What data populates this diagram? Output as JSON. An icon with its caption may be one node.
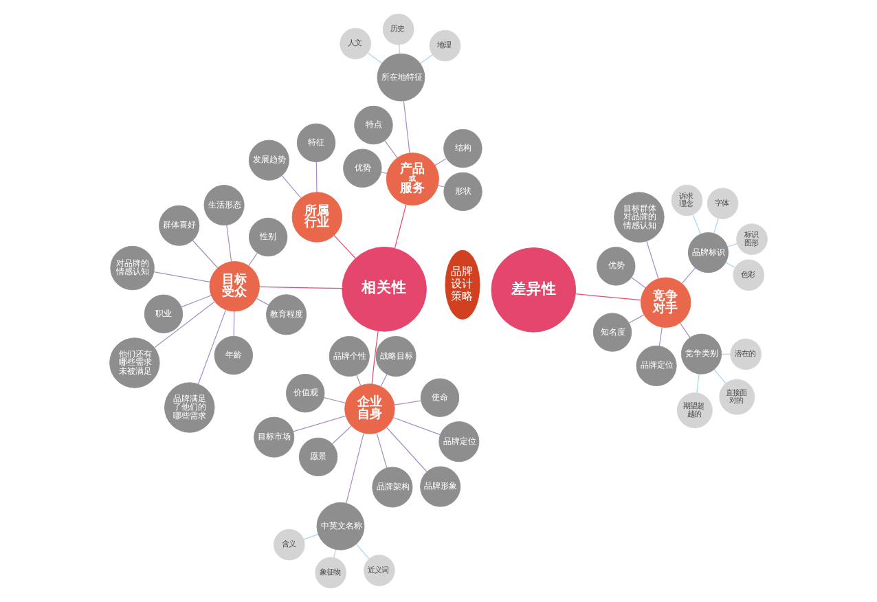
{
  "diagram": {
    "nodes": [
      {
        "text": [
          "相关性"
        ]
      },
      {
        "text": [
          "品牌设计策略"
        ]
      },
      {
        "text": [
          "差异性"
        ]
      },
      {
        "text": [
          "企业自身"
        ]
      },
      {
        "text": [
          "使命"
        ]
      },
      {
        "text": [
          "战略目标"
        ]
      },
      {
        "text": [
          "价值观"
        ]
      },
      {
        "text": [
          "品牌形象"
        ]
      },
      {
        "text": [
          "目标市场"
        ]
      },
      {
        "text": [
          "品牌架构"
        ]
      },
      {
        "text": [
          "愿景"
        ]
      },
      {
        "text": [
          "品牌个性"
        ]
      },
      {
        "text": [
          "品牌定位"
        ]
      },
      {
        "text": [
          "中英文名称"
        ]
      },
      {
        "text": [
          "近义词"
        ]
      },
      {
        "text": [
          "含义"
        ]
      },
      {
        "text": [
          "象征物"
        ]
      },
      {
        "text": [
          "所属行业"
        ]
      },
      {
        "text": [
          "特征"
        ]
      },
      {
        "text": [
          "发展趋势"
        ]
      },
      {
        "text": [
          "产品",
          "或",
          "服务"
        ]
      },
      {
        "text": [
          "特点"
        ]
      },
      {
        "text": [
          "形状"
        ]
      },
      {
        "text": [
          "所在地特征"
        ]
      },
      {
        "text": [
          "人文"
        ]
      },
      {
        "text": [
          "地理"
        ]
      },
      {
        "text": [
          "历史"
        ]
      },
      {
        "text": [
          "结构"
        ]
      },
      {
        "text": [
          "优势"
        ]
      },
      {
        "text": [
          "目标受众"
        ]
      },
      {
        "text": [
          "性别"
        ]
      },
      {
        "text": [
          "年龄"
        ]
      },
      {
        "text": [
          "职业"
        ]
      },
      {
        "text": [
          "生活形态"
        ]
      },
      {
        "text": [
          "品牌满足了他们的哪些需求"
        ]
      },
      {
        "text": [
          "他们还有哪些需求未被满足"
        ]
      },
      {
        "text": [
          "群体喜好"
        ]
      },
      {
        "text": [
          "教育程度"
        ]
      },
      {
        "text": [
          "对品牌的情感认知"
        ]
      },
      {
        "text": [
          "竞争对手"
        ]
      },
      {
        "text": [
          "品牌标识"
        ]
      },
      {
        "text": [
          "字体"
        ]
      },
      {
        "text": [
          "诉求理念"
        ]
      },
      {
        "text": [
          "标识图形"
        ]
      },
      {
        "text": [
          "色彩"
        ]
      },
      {
        "text": [
          "目标群体对品牌的情感认知"
        ]
      },
      {
        "text": [
          "知名度"
        ]
      },
      {
        "text": [
          "优势"
        ]
      },
      {
        "text": [
          "品牌定位"
        ]
      },
      {
        "text": [
          "竞争类别"
        ]
      },
      {
        "text": [
          "潜在的"
        ]
      },
      {
        "text": [
          "期望超越的"
        ]
      },
      {
        "text": [
          "直接面对的"
        ]
      }
    ],
    "edges": [
      {
        "from": 0,
        "to": 3,
        "arrow": "none",
        "color": "#e8496e"
      },
      {
        "from": 0,
        "to": 17,
        "arrow": "none",
        "color": "#e8496e"
      },
      {
        "from": 0,
        "to": 20,
        "arrow": "none",
        "color": "#e8496e"
      },
      {
        "from": 0,
        "to": 29,
        "arrow": "none",
        "color": "#e8496e"
      },
      {
        "from": 2,
        "to": 39,
        "arrow": "none",
        "color": "#e8496e"
      },
      {
        "from": 3,
        "to": 4,
        "arrow": "none"
      },
      {
        "from": 3,
        "to": 5,
        "arrow": "none"
      },
      {
        "from": 3,
        "to": 6,
        "arrow": "none"
      },
      {
        "from": 3,
        "to": 7,
        "arrow": "none"
      },
      {
        "from": 3,
        "to": 8,
        "arrow": "none"
      },
      {
        "from": 3,
        "to": 9,
        "arrow": "none"
      },
      {
        "from": 3,
        "to": 10,
        "arrow": "none"
      },
      {
        "from": 3,
        "to": 11,
        "arrow": "none"
      },
      {
        "from": 3,
        "to": 12,
        "arrow": "none"
      },
      {
        "from": 3,
        "to": 13,
        "arrow": "none"
      },
      {
        "from": 13,
        "to": 14,
        "arrow": "none",
        "color": "#a7d6f2"
      },
      {
        "from": 13,
        "to": 15,
        "arrow": "none",
        "color": "#a7d6f2"
      },
      {
        "from": 13,
        "to": 16,
        "arrow": "none",
        "color": "#a7d6f2"
      },
      {
        "from": 17,
        "to": 18,
        "arrow": "none"
      },
      {
        "from": 17,
        "to": 19,
        "arrow": "none"
      },
      {
        "from": 20,
        "to": 21,
        "arrow": "none"
      },
      {
        "from": 20,
        "to": 22,
        "arrow": "none"
      },
      {
        "from": 20,
        "to": 23,
        "arrow": "none"
      },
      {
        "from": 20,
        "to": 27,
        "arrow": "none"
      },
      {
        "from": 20,
        "to": 28,
        "arrow": "none"
      },
      {
        "from": 23,
        "to": 24,
        "arrow": "none",
        "color": "#a7d6f2"
      },
      {
        "from": 23,
        "to": 25,
        "arrow": "none",
        "color": "#a7d6f2"
      },
      {
        "from": 23,
        "to": 26,
        "arrow": "none",
        "color": "#a7d6f2"
      },
      {
        "from": 29,
        "to": 30,
        "arrow": "none"
      },
      {
        "from": 29,
        "to": 31,
        "arrow": "none"
      },
      {
        "from": 29,
        "to": 32,
        "arrow": "none"
      },
      {
        "from": 29,
        "to": 33,
        "arrow": "none"
      },
      {
        "from": 29,
        "to": 34,
        "arrow": "none"
      },
      {
        "from": 29,
        "to": 35,
        "arrow": "none"
      },
      {
        "from": 29,
        "to": 36,
        "arrow": "none"
      },
      {
        "from": 29,
        "to": 37,
        "arrow": "none"
      },
      {
        "from": 29,
        "to": 38,
        "arrow": "none"
      },
      {
        "from": 39,
        "to": 40,
        "arrow": "none"
      },
      {
        "from": 39,
        "to": 45,
        "arrow": "none"
      },
      {
        "from": 39,
        "to": 46,
        "arrow": "none"
      },
      {
        "from": 39,
        "to": 47,
        "arrow": "none"
      },
      {
        "from": 39,
        "to": 48,
        "arrow": "none"
      },
      {
        "from": 39,
        "to": 49,
        "arrow": "none"
      },
      {
        "from": 40,
        "to": 41,
        "arrow": "none",
        "color": "#a7d6f2"
      },
      {
        "from": 40,
        "to": 42,
        "arrow": "none",
        "color": "#a7d6f2"
      },
      {
        "from": 40,
        "to": 43,
        "arrow": "none",
        "color": "#a7d6f2"
      },
      {
        "from": 40,
        "to": 44,
        "arrow": "none",
        "color": "#a7d6f2"
      },
      {
        "from": 49,
        "to": 50,
        "arrow": "none",
        "color": "#a7d6f2"
      },
      {
        "from": 49,
        "to": 51,
        "arrow": "none",
        "color": "#a7d6f2"
      },
      {
        "from": 49,
        "to": 52,
        "arrow": "none",
        "color": "#a7d6f2"
      }
    ]
  }
}
